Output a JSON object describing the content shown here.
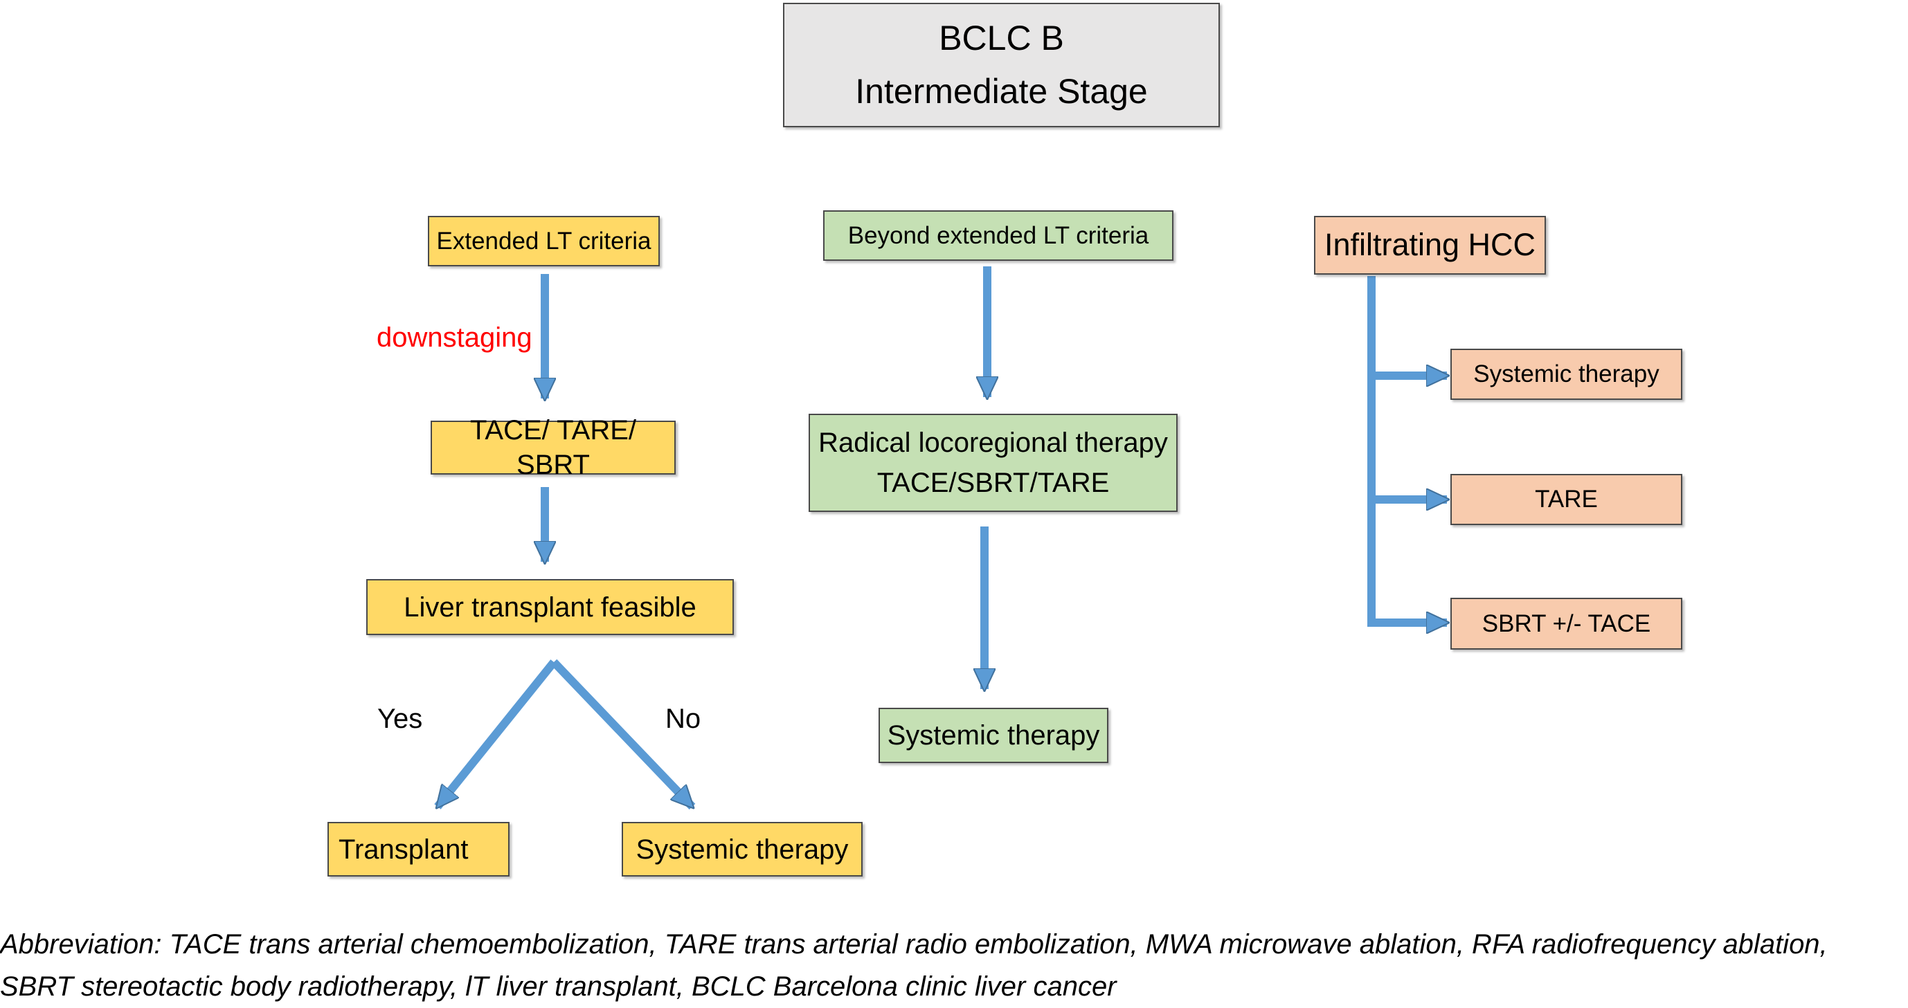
{
  "diagram": {
    "title": {
      "line1": "BCLC B",
      "line2": "Intermediate Stage"
    },
    "branch_left": {
      "start": "Extended LT criteria",
      "edge_label": "downstaging",
      "treatment": "TACE/ TARE/ SBRT",
      "decision": "Liver transplant feasible",
      "yes_label": "Yes",
      "no_label": "No",
      "yes_outcome": "Transplant",
      "no_outcome": "Systemic therapy"
    },
    "branch_middle": {
      "start": "Beyond extended LT criteria",
      "treatment_line1": "Radical locoregional therapy",
      "treatment_line2": "TACE/SBRT/TARE",
      "outcome": "Systemic therapy"
    },
    "branch_right": {
      "start": "Infiltrating HCC",
      "options": [
        "Systemic therapy",
        "TARE",
        "SBRT +/- TACE"
      ]
    },
    "footnote": "Abbreviation: TACE trans arterial chemoembolization, TARE trans arterial radio embolization, MWA microwave ablation, RFA radiofrequency ablation,  SBRT stereotactic body radiotherapy, lT liver transplant, BCLC Barcelona clinic liver cancer"
  },
  "colors": {
    "arrow": "#5b9bd5",
    "arrow_outline": "#41719c",
    "edge_label_red": "#ff0000",
    "yellow_fill": "#ffd966",
    "green_fill": "#c5e0b4",
    "salmon_fill": "#f8cbad",
    "gray_fill": "#e7e6e6"
  }
}
